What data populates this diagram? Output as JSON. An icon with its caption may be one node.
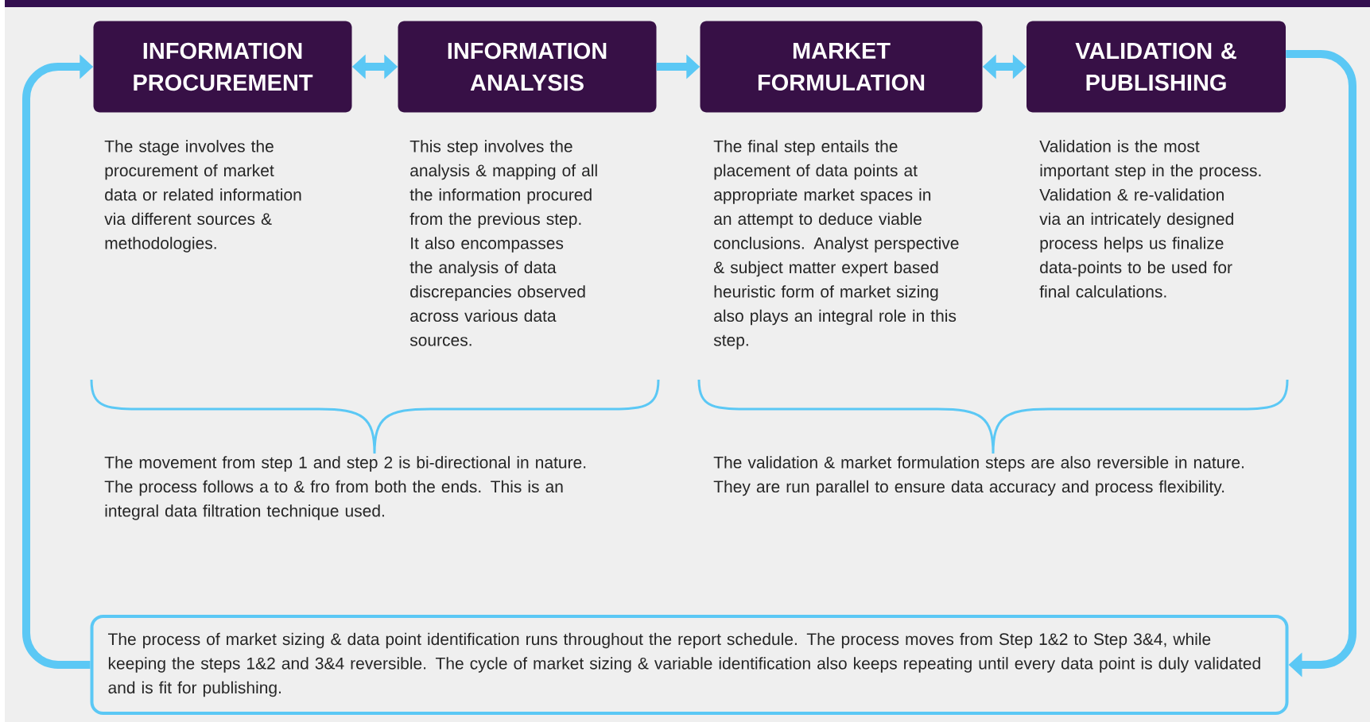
{
  "diagram": {
    "nodes": [
      {
        "text": [
          "INFORMATION PROCUREMENT"
        ],
        "beside": [
          "The stage involves the procurement of market data or related information via different sources & methodologies."
        ]
      },
      {
        "text": [
          "INFORMATION ANALYSIS"
        ],
        "beside": [
          "This step involves the analysis & mapping of all the information procured from the previous step. It also encompasses the analysis of data discrepancies observed across various data sources."
        ]
      },
      {
        "text": [
          "MARKET FORMULATION"
        ],
        "beside": [
          "The final step entails the placement of data points at appropriate market spaces in an attempt to deduce viable conclusions. Analyst perspective & subject matter expert based heuristic form of market sizing also plays an integral role in this step."
        ]
      },
      {
        "text": [
          "VALIDATION & PUBLISHING"
        ],
        "beside": [
          "Validation is the most important step in the process. Validation & re-validation via an intricately designed process helps us finalize data-points to be used for final calculations."
        ]
      },
      {
        "text": [
          "The process of market sizing & data point identification runs throughout the report schedule. The process moves from Step 1&2 to Step 3&4, while keeping the steps 1&2 and 3&4 reversible. The cycle of market sizing & variable identification also keeps repeating until every data point is duly validated and is fit for publishing."
        ]
      }
    ],
    "edges": [
      {
        "from": 0,
        "to": 1,
        "arrow": "both"
      },
      {
        "from": 1,
        "to": 2,
        "arrow": "to"
      },
      {
        "from": 2,
        "to": 3,
        "arrow": "both"
      },
      {
        "from": 3,
        "to": 4,
        "arrow": "to"
      },
      {
        "from": 4,
        "to": 0,
        "arrow": "to"
      }
    ],
    "labels": [
      "The movement from step 1 and step 2 is bi-directional in nature. The process follows a to & fro from both the ends. This is an integral data filtration technique used.",
      "The validation & market formulation steps are also reversible in nature. They are run parallel to ensure data accuracy and process flexibility."
    ]
  }
}
